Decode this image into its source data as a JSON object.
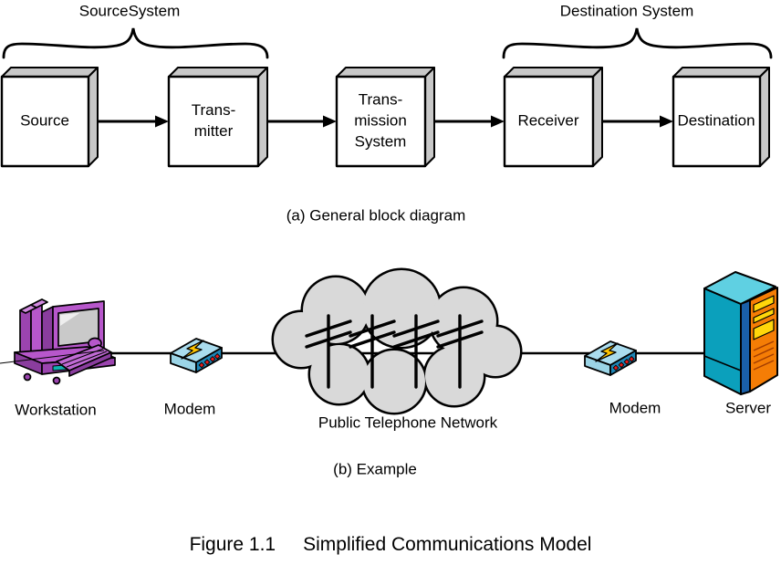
{
  "figure": {
    "part_a": {
      "caption": "(a) General block diagram",
      "groups": {
        "source_system": "SourceSystem",
        "destination_system": "Destination System"
      },
      "boxes": [
        {
          "id": "source",
          "label": "Source"
        },
        {
          "id": "transmitter",
          "label": "Trans-\nmitter"
        },
        {
          "id": "transmission-system",
          "label": "Trans-\nmission\nSystem"
        },
        {
          "id": "receiver",
          "label": "Receiver"
        },
        {
          "id": "destination",
          "label": "Destination"
        }
      ]
    },
    "part_b": {
      "caption": "(b) Example",
      "nodes": [
        {
          "id": "workstation",
          "label": "Workstation"
        },
        {
          "id": "modem-left",
          "label": "Modem"
        },
        {
          "id": "public-telephone-network",
          "label": "Public Telephone Network"
        },
        {
          "id": "modem-right",
          "label": "Modem"
        },
        {
          "id": "server",
          "label": "Server"
        }
      ]
    },
    "caption": {
      "number": "Figure 1.1",
      "title": "Simplified Communications Model"
    }
  },
  "icons": {
    "modem_indicator": "lightning-bolt-icon",
    "network_symbol": "telephone-pole-icon"
  },
  "colors": {
    "outline": "#000000",
    "box_face": "#ffffff",
    "box_side": "#c8c8c8",
    "cloud_fill": "#d9d9d9",
    "workstation_purple": "#b757cb",
    "workstation_purple_dark": "#9b44af",
    "workstation_screen_gray": "#c9c9c9",
    "workstation_teal_stripe": "#0fb0b0",
    "modem_top_blue": "#aadcee",
    "modem_front_blue": "#1f85b5",
    "modem_led_red": "#e81c1c",
    "modem_bolt_yellow": "#ffc400",
    "server_teal": "#0ba0bc",
    "server_teal_top": "#5fd0e2",
    "server_blue_strip": "#1a5fa8",
    "server_orange": "#f57d05",
    "server_slot_yellow": "#ffd60a"
  }
}
